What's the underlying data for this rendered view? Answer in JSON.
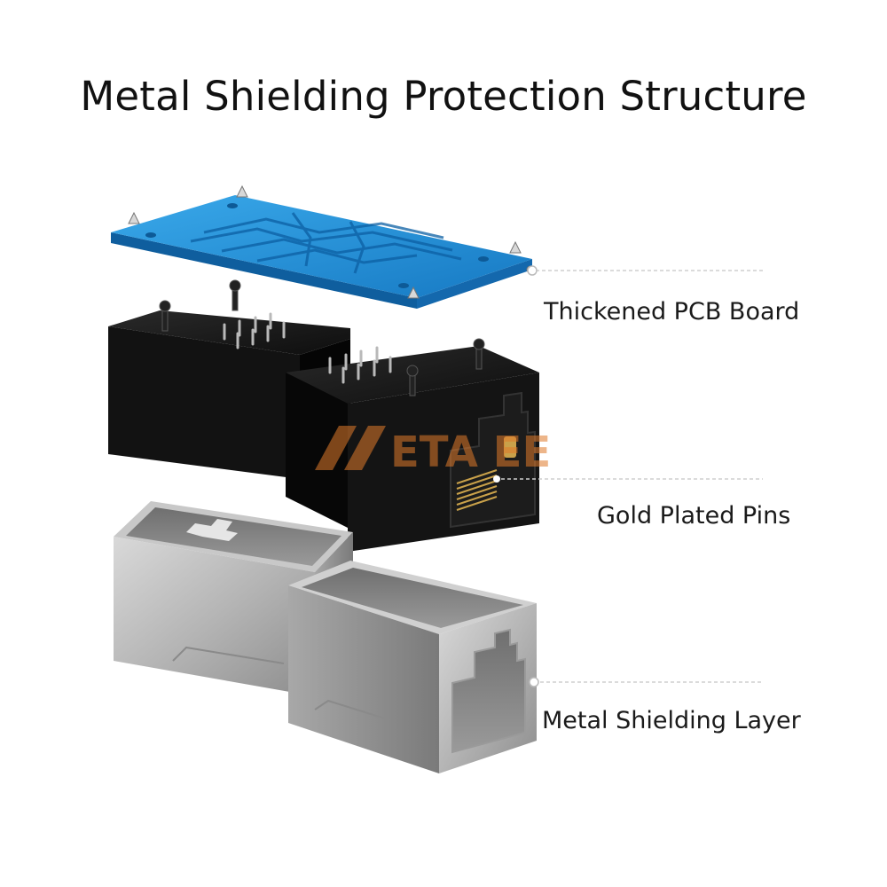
{
  "title": "Metal Shielding Protection Structure",
  "labels": {
    "pcb": "Thickened PCB Board",
    "pins": "Gold Plated Pins",
    "shield": "Metal Shielding Layer"
  },
  "watermark": "ETA EE",
  "colors": {
    "pcb_blue": "#1f8fd6",
    "housing_black": "#151515",
    "shield_silver": "#b9b9b9",
    "leader_line": "#cccccc",
    "watermark_orange": "#e07a2a"
  }
}
